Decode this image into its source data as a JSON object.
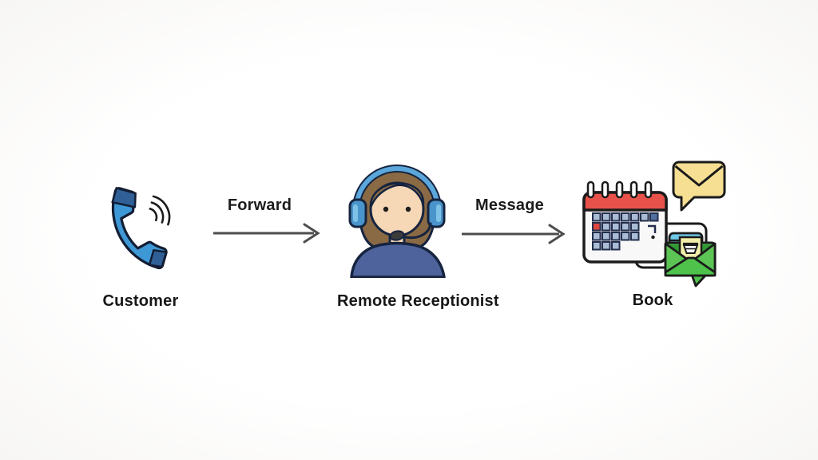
{
  "diagram": {
    "description": "Call handling flow diagram",
    "nodes": [
      {
        "id": "customer",
        "label": "Customer",
        "icon": "phone-icon"
      },
      {
        "id": "remote-receptionist",
        "label": "Remote Receptionist",
        "icon": "receptionist-headset-icon"
      },
      {
        "id": "book",
        "label": "Book",
        "icon": "calendar-booking-icon"
      }
    ],
    "edges": [
      {
        "from": "customer",
        "to": "remote-receptionist",
        "label": "Forward"
      },
      {
        "from": "remote-receptionist",
        "to": "book",
        "label": "Message"
      }
    ]
  },
  "colors": {
    "background": "#fdfcfb",
    "outline": "#1b1b1b",
    "arrow_gray": "#4d4d4d",
    "text": "#171717",
    "phone_blue": "#3f98d6",
    "phone_dark_blue": "#2f5f96",
    "hair_brown": "#8a6a45",
    "skin": "#f6d7b6",
    "headset_blue": "#5ba7dc",
    "headset_cup_blue": "#4a94cc",
    "shirt_blue": "#4e639c",
    "calendar_header_red": "#e8524a",
    "calendar_body": "#f8f8f8",
    "day_square_blue": "#a9bcd4",
    "day_square_dark": "#52719f",
    "day_square_red": "#e0453f",
    "bubble_yellow": "#f6df93",
    "card_cyan": "#6ec8e8",
    "envelope_green": "#4fc24b",
    "note_yellow": "#f2eda9",
    "card_white": "#fdfdfd"
  }
}
